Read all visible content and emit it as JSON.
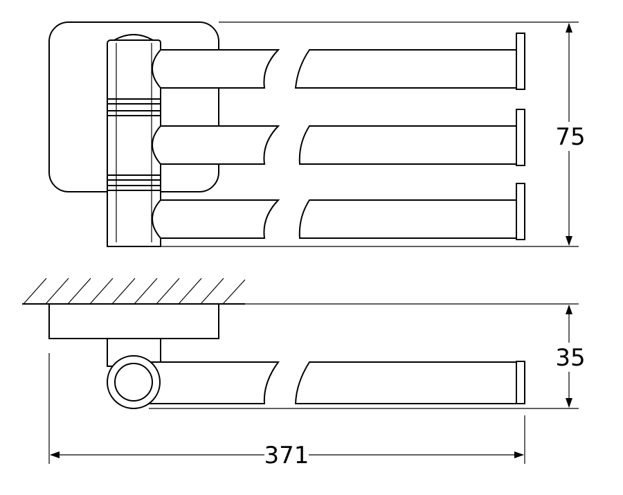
{
  "dimensions": {
    "height_label": "75",
    "depth_label": "35",
    "length_label": "371"
  }
}
